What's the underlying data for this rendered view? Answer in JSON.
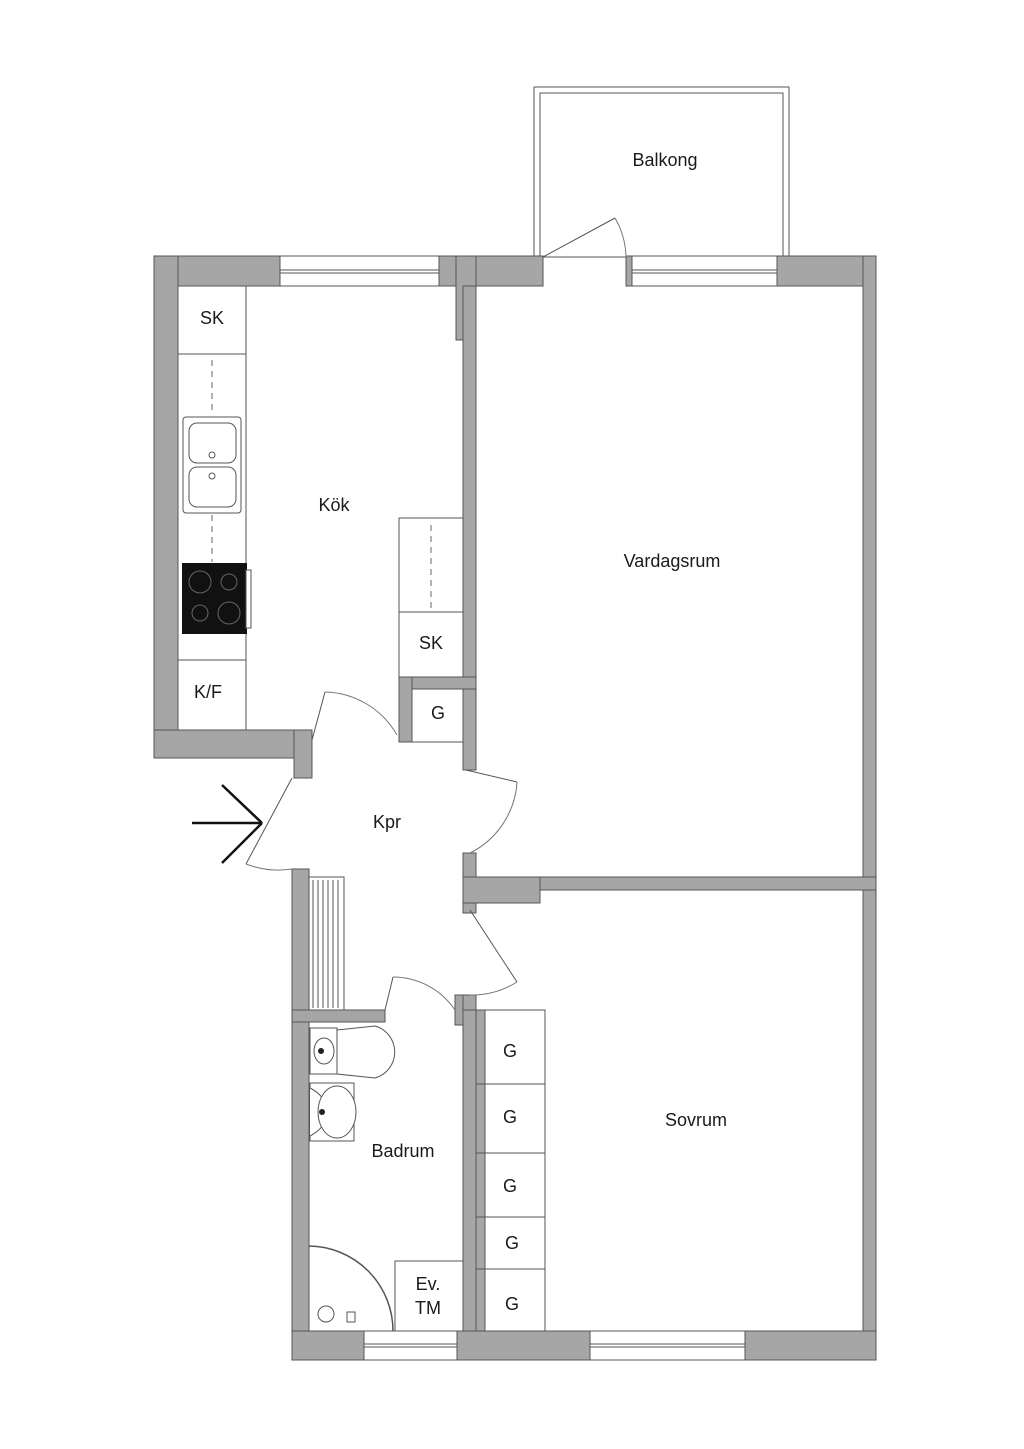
{
  "rooms": {
    "balkong": "Balkong",
    "kok": "Kök",
    "vardagsrum": "Vardagsrum",
    "kpr": "Kpr",
    "badrum": "Badrum",
    "sovrum": "Sovrum"
  },
  "fixtures": {
    "sk_top": "SK",
    "sk_mid": "SK",
    "kf": "K/F",
    "g_hall": "G",
    "g1": "G",
    "g2": "G",
    "g3": "G",
    "g4": "G",
    "g5": "G",
    "ev_line1": "Ev.",
    "ev_line2": "TM"
  },
  "icons": [
    "entrance-arrow-icon",
    "sink-icon",
    "stove-icon",
    "toilet-icon",
    "washbasin-icon",
    "shower-icon"
  ],
  "colors": {
    "wall": "#a6a6a6",
    "stove": "#111111"
  }
}
